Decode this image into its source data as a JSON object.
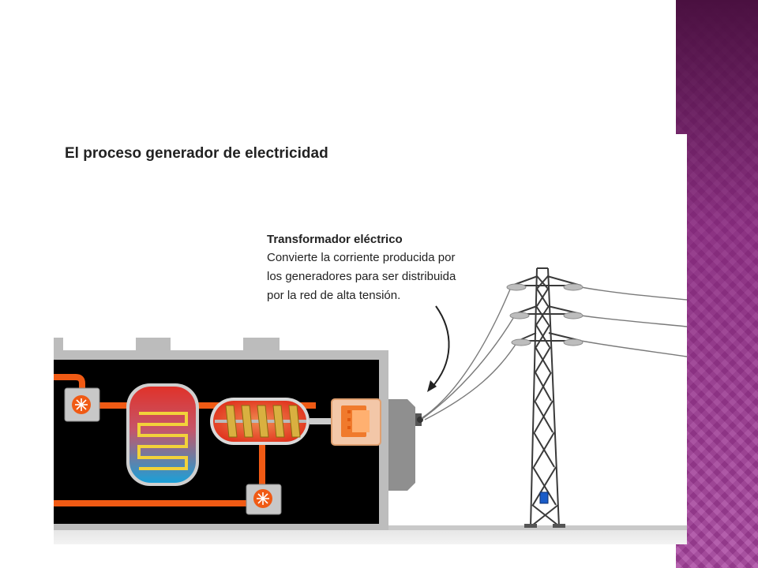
{
  "diagram": {
    "title": "El proceso generador de electricidad",
    "callout": {
      "heading": "Transformador eléctrico",
      "lines": [
        "Convierte la corriente producida por",
        "los generadores para ser distribuida",
        "por la red de alta tensión."
      ]
    }
  },
  "colors": {
    "sidebar_purple": "#a8429f",
    "sidebar_dark": "#4a1040",
    "pipe_orange": "#f05a14",
    "plant_black": "#000000",
    "plant_gray": "#bdbdbd",
    "tower_dark": "#3a3a3a"
  },
  "icons": [
    "pump-icon",
    "boiler-icon",
    "turbine-icon",
    "generator-icon",
    "transformer-icon",
    "pylon-icon",
    "insulator-icon",
    "callout-arrow-icon"
  ]
}
